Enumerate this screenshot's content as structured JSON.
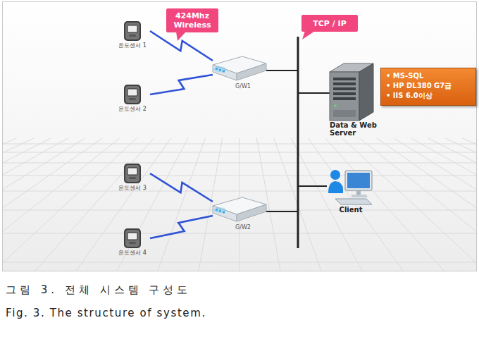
{
  "diagram": {
    "caption": "그림 3. 전체 시스템 구성도",
    "nodes": [
      {
        "text": [
          "424Mhz Wireless"
        ]
      },
      {
        "text": [
          "TCP / IP"
        ]
      },
      {
        "text": [
          "온도센서 1"
        ]
      },
      {
        "text": [
          "온도센서 2"
        ]
      },
      {
        "text": [
          "G/W1"
        ]
      },
      {
        "text": [
          "• MS-SQL",
          "• HP DL380 G7급",
          "• IIS 6.0이상"
        ]
      },
      {
        "text": [
          "Data & Web Server"
        ]
      },
      {
        "text": [
          "온도센서 3"
        ]
      },
      {
        "text": [
          "G/W2"
        ]
      },
      {
        "text": [
          "Client"
        ]
      },
      {
        "text": [
          "온도센서 4"
        ]
      }
    ],
    "edges": [
      {
        "from": 2,
        "to": 4,
        "arrow": "none"
      },
      {
        "from": 3,
        "to": 4,
        "arrow": "none"
      },
      {
        "from": 7,
        "to": 8,
        "arrow": "none"
      },
      {
        "from": 10,
        "to": 8,
        "arrow": "none"
      },
      {
        "from": 4,
        "to": 6,
        "arrow": "none"
      },
      {
        "from": 8,
        "to": 6,
        "arrow": "none"
      },
      {
        "from": 6,
        "to": 9,
        "arrow": "none"
      }
    ],
    "labels": [
      "Fig. 3. The structure of system."
    ]
  }
}
